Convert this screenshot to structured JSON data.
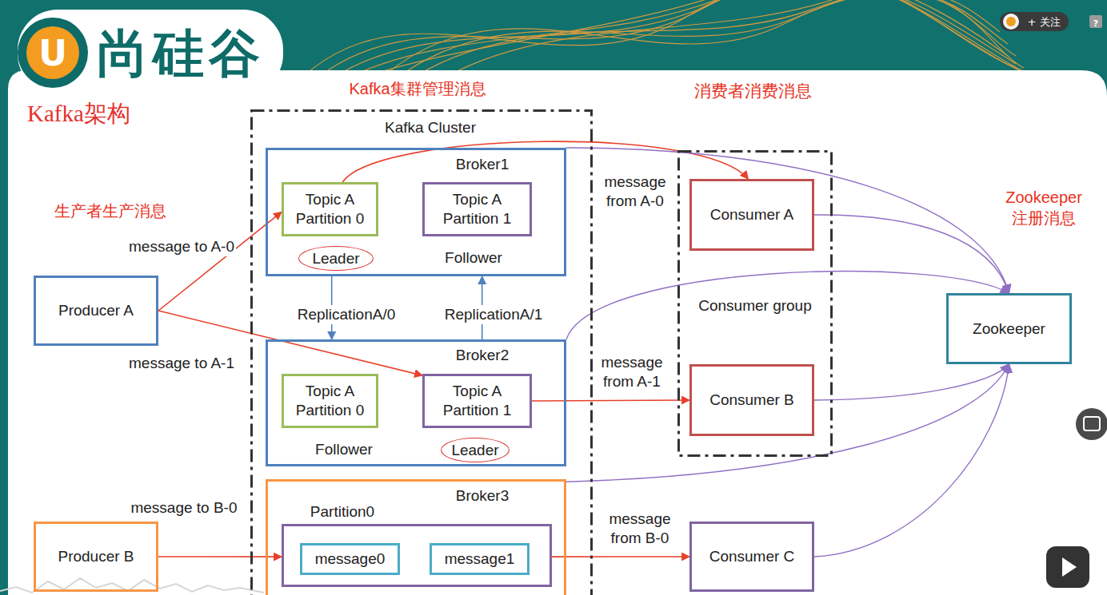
{
  "diagram": {
    "title": "Kafka架构",
    "nodes": [
      {
        "text": [
          "Producer A"
        ]
      },
      {
        "text": [
          "Producer B"
        ]
      },
      {
        "text": [
          "Kafka Cluster"
        ]
      },
      {
        "text": [
          "Broker1",
          "Follower"
        ],
        "in": 2
      },
      {
        "text": [
          "Topic A Partition 0"
        ],
        "in": 3
      },
      {
        "text": [
          "Topic A Partition 1"
        ],
        "in": 3
      },
      {
        "text": [
          "Leader"
        ],
        "in": 3
      },
      {
        "text": [
          "Broker2",
          "Follower"
        ],
        "in": 2
      },
      {
        "text": [
          "Topic A Partition 0"
        ],
        "in": 7
      },
      {
        "text": [
          "Topic A Partition 1"
        ],
        "in": 7
      },
      {
        "text": [
          "Leader"
        ],
        "in": 7
      },
      {
        "text": [
          "Broker3"
        ],
        "in": 2
      },
      {
        "text": [
          "Partition0"
        ],
        "in": 11
      },
      {
        "text": [
          "message0"
        ],
        "in": 12
      },
      {
        "text": [
          "message1"
        ],
        "in": 12
      },
      {
        "text": [
          "Consumer group"
        ]
      },
      {
        "text": [
          "Consumer A"
        ],
        "in": 15
      },
      {
        "text": [
          "Consumer B"
        ],
        "in": 15
      },
      {
        "text": [
          "Consumer C"
        ]
      },
      {
        "text": [
          "Zookeeper"
        ]
      }
    ],
    "edges": [
      {
        "from": 0,
        "to": 4,
        "label": "message to A-0",
        "arrow": "to"
      },
      {
        "from": 0,
        "to": 9,
        "label": "message to A-1",
        "arrow": "to"
      },
      {
        "from": 3,
        "to": 7,
        "label": "ReplicationA/0",
        "arrow": "to"
      },
      {
        "from": 7,
        "to": 3,
        "label": "ReplicationA/1",
        "arrow": "to"
      },
      {
        "from": 4,
        "to": 16,
        "label": "message from A-0",
        "arrow": "to"
      },
      {
        "from": 9,
        "to": 17,
        "label": "message from A-1",
        "arrow": "to"
      },
      {
        "from": 1,
        "to": 12,
        "label": "message to B-0",
        "arrow": "to"
      },
      {
        "from": 12,
        "to": 18,
        "label": "message from B-0",
        "arrow": "to"
      },
      {
        "from": 3,
        "to": 19,
        "arrow": "to"
      },
      {
        "from": 16,
        "to": 19,
        "arrow": "to"
      },
      {
        "from": 7,
        "to": 19,
        "arrow": "to"
      },
      {
        "from": 17,
        "to": 19,
        "arrow": "to"
      },
      {
        "from": 11,
        "to": 19,
        "arrow": "to"
      },
      {
        "from": 18,
        "to": 19,
        "arrow": "to"
      }
    ],
    "labels": [
      "尚硅谷",
      "U",
      "+ 关注",
      "?",
      "Kafka集群管理消息",
      "消费者消费消息",
      "生产者生产消息",
      "Zookeeper 注册消息"
    ]
  }
}
